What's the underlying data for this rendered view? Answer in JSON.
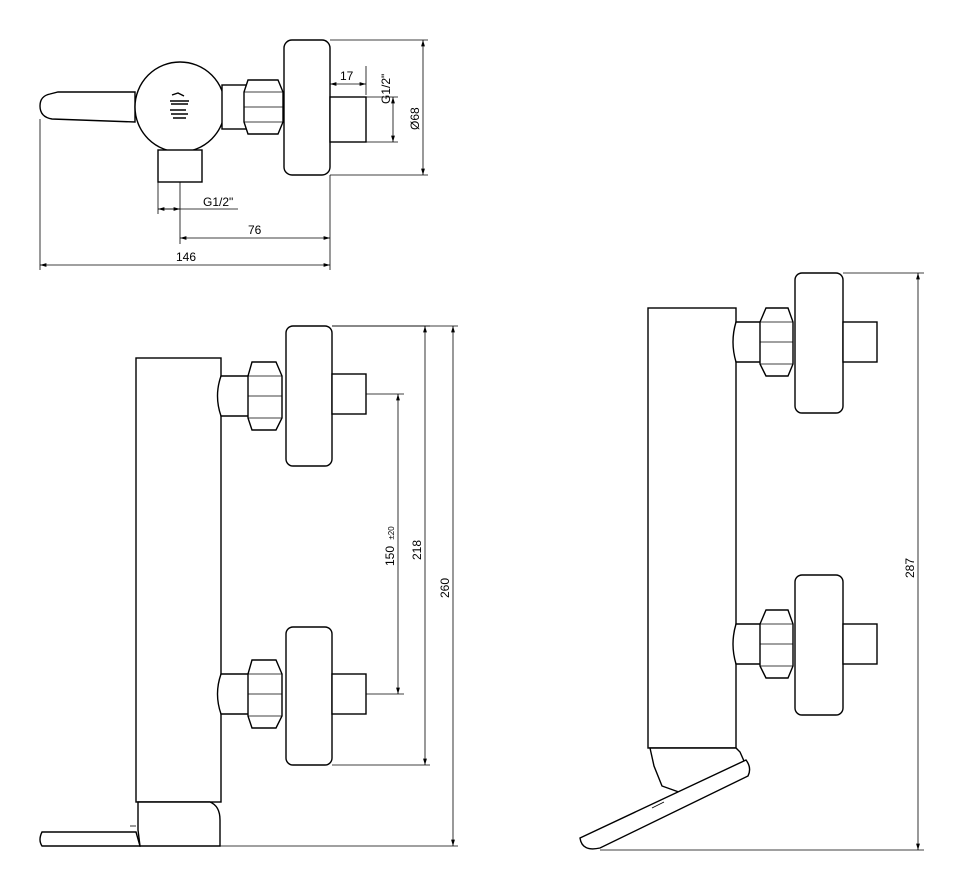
{
  "drawing": {
    "top_view": {
      "dim_outlet_length": "17",
      "dim_inlet_thread": "G1/2\"",
      "dim_diameter": "Ø68",
      "dim_bottom_thread": "G1/2\"",
      "dim_depth_76": "76",
      "dim_total_146": "146"
    },
    "front_view": {
      "dim_centers": "150",
      "dim_centers_tol": "±20",
      "dim_218": "218",
      "dim_260": "260"
    },
    "side_view": {
      "dim_287": "287"
    }
  }
}
